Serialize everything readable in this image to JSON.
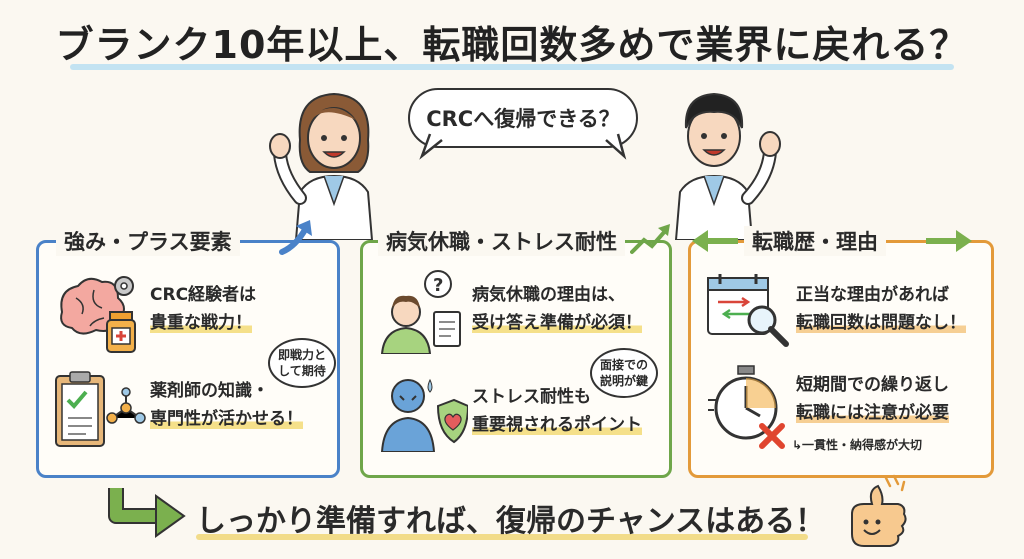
{
  "title": "ブランク10年以上、転職回数多めで業界に戻れる？",
  "speech_bubble": "CRCへ復帰できる？",
  "panels": {
    "strengths": {
      "title": "強み・プラス要素",
      "item1_line1": "CRC経験者は",
      "item1_line2": "貴重な戦力！",
      "item2_line1": "薬剤師の知識・",
      "item2_line2": "専門性が活かせる！",
      "bubble_line1": "即戦力と",
      "bubble_line2": "して期待"
    },
    "illness": {
      "title": "病気休職・ストレス耐性",
      "item1_line1": "病気休職の理由は、",
      "item1_line2": "受け答え準備が必須！",
      "item2_line1": "ストレス耐性も",
      "item2_line2": "重要視されるポイント",
      "bubble_line1": "面接での",
      "bubble_line2": "説明が鍵"
    },
    "career": {
      "title": "転職歴・理由",
      "item1_line1": "正当な理由があれば",
      "item1_line2": "転職回数は問題なし！",
      "item2_line1": "短期間での繰り返し",
      "item2_line2": "転職には注意が必要",
      "note": "↳一貫性・納得感が大切"
    }
  },
  "conclusion": "しっかり準備すれば、復帰のチャンスはある！",
  "colors": {
    "blue": "#4a82c8",
    "green": "#6fa64a",
    "orange": "#e39a3a",
    "highlight_yellow": "#f5e08a",
    "title_underline": "#b9dff2"
  },
  "icons": [
    "woman-pharmacist-icon",
    "man-pharmacist-icon",
    "brain-gear-icon",
    "medicine-bottle-icon",
    "clipboard-check-icon",
    "molecule-icon",
    "worried-person-icon",
    "notepad-icon",
    "stressed-person-icon",
    "heart-shield-icon",
    "calendar-icon",
    "magnifier-icon",
    "stopwatch-icon",
    "cross-mark-icon",
    "thumbs-up-icon"
  ]
}
